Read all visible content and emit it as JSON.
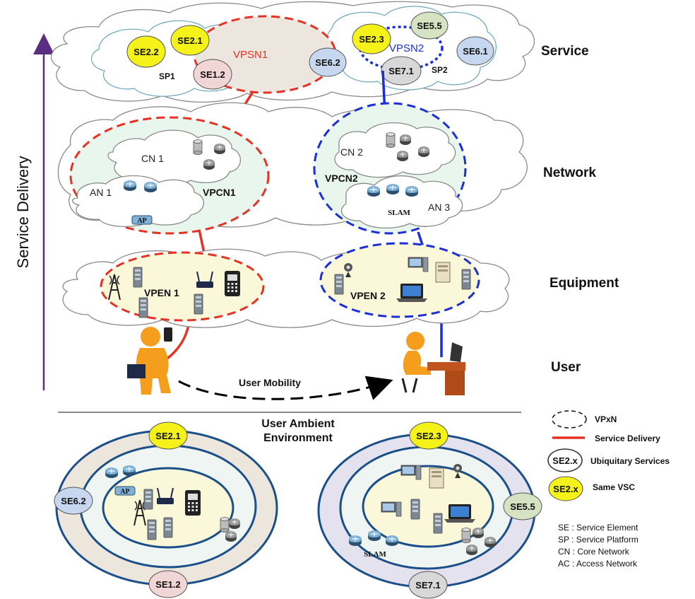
{
  "axis": {
    "label": "Service Delivery"
  },
  "layers": {
    "service": "Service",
    "network": "Network",
    "equipment": "Equipment",
    "user": "User"
  },
  "service_layer": {
    "sp1": "SP1",
    "sp2": "SP2",
    "vpsn1": "VPSN1",
    "vpsn2": "VPSN2",
    "se": {
      "se2_2": "SE2.2",
      "se2_1": "SE2.1",
      "se1_2": "SE1.2",
      "se6_2": "SE6.2",
      "se2_3": "SE2.3",
      "se5_5": "SE5.5",
      "se6_1": "SE6.1",
      "se7_1": "SE7.1"
    }
  },
  "network_layer": {
    "cn1": "CN 1",
    "an1": "AN 1",
    "vpcn1": "VPCN1",
    "cn2": "CN 2",
    "vpcn2": "VPCN2",
    "an3": "AN 3",
    "ap": "AP",
    "slam": "SLAM"
  },
  "equipment_layer": {
    "vpen1": "VPEN 1",
    "vpen2": "VPEN 2"
  },
  "user_layer": {
    "mobility": "User Mobility"
  },
  "ambient": {
    "title_line1": "User Ambient",
    "title_line2": "Environment",
    "left": {
      "top": "SE2.1",
      "left": "SE6.2",
      "bottom": "SE1.2",
      "ap": "AP"
    },
    "right": {
      "top": "SE2.3",
      "right": "SE5.5",
      "bottom": "SE7.1",
      "slam": "SLAM"
    }
  },
  "legend": {
    "vpxn": "VPxN",
    "service_delivery": "Service Delivery",
    "ubiq_badge": "SE2.x",
    "ubiq": "Ubiquitary Services",
    "same_badge": "SE2.x",
    "same": "Same VSC",
    "abbr": [
      "SE : Service Element",
      "SP : Service Platform",
      "CN : Core Network",
      "AC : Access Network"
    ]
  },
  "colors": {
    "red": "#e53222",
    "blue": "#1a2fd6",
    "yellow": "#f5f21a",
    "se_pink": "#f2d6d6",
    "se_blue": "#c6d7ef",
    "se_green": "#d6e3c2",
    "se_gray": "#d8d8d8",
    "vpc_fill": "#e9f6ee",
    "vpen_fill": "#fbf8d9",
    "vpsn_fill": "#ede6df",
    "ambient_left": "#ece6dc",
    "ambient_right": "#e4e2ef"
  }
}
